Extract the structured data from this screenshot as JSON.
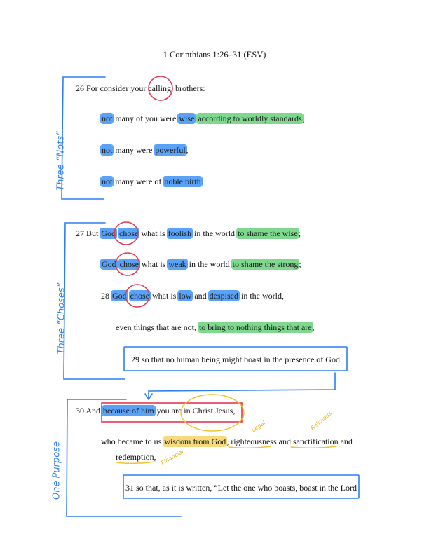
{
  "title": "1 Corinthians 1:26–31 (ESV)",
  "margin_labels": {
    "section1": "Three “Nots”",
    "section2": "Three “Choses”",
    "section3": "One Purpose"
  },
  "annotations": {
    "legal": "Legal",
    "religious": "Religious",
    "financial": "Financial"
  },
  "lines": {
    "v26_a": "26 For consider your ",
    "v26_calling": "calling",
    "v26_b": ", brothers:",
    "l1_not": "not",
    "l1_a": " many of you were ",
    "l1_wise": "wise",
    "l1_sp": " ",
    "l1_green": "according to worldly standards",
    "l1_end": ",",
    "l2_not": "not",
    "l2_a": " many were ",
    "l2_powerful": "powerful",
    "l2_end": ",",
    "l3_not": "not",
    "l3_a": " many were of ",
    "l3_noble": "noble birth",
    "l3_end": ".",
    "v27_a": "27 But ",
    "v27_god": "God",
    "v27_sp": " ",
    "v27_chose": "chose",
    "v27_b": " what is ",
    "v27_foolish": "foolish",
    "v27_c": " in the world ",
    "v27_green": "to shame the wise",
    "v27_end": ";",
    "l5_god": "God",
    "l5_sp": " ",
    "l5_chose": "chose",
    "l5_a": " what is ",
    "l5_weak": "weak",
    "l5_b": " in the world ",
    "l5_green": "to shame the strong",
    "l5_end": ";",
    "v28_a": "28 ",
    "v28_god": "God",
    "v28_sp": " ",
    "v28_chose": "chose",
    "v28_b": " what is ",
    "v28_low": "low",
    "v28_c": " and ",
    "v28_despised": "despised",
    "v28_d": " in the world,",
    "l7_a": "even things that are not, ",
    "l7_green": "to bring to nothing things that are",
    "l7_end": ",",
    "v29": "29 so that no human being might boast in the presence of God.",
    "v30_a": "30 And ",
    "v30_because": "because of him",
    "v30_b": " you are in Christ Jesus,",
    "l9_a": "who became to us ",
    "l9_wisdom": "wisdom from God",
    "l9_b": ", ",
    "l9_right": "righteousness",
    "l9_c": " and ",
    "l9_sanct": "sanctification",
    "l9_d": " and",
    "l10": "redemption,",
    "v31": "31 so that, as it is written, “Let the one who boasts, boast in the Lord"
  },
  "colors": {
    "blue_pen": "#2d7ef2",
    "red_pen": "#e5384f",
    "yellow_pen": "#f2c230",
    "blue_highlight": "#5aa2f5",
    "green_highlight": "#7ed98e",
    "yellow_highlight": "#f6da7c"
  }
}
